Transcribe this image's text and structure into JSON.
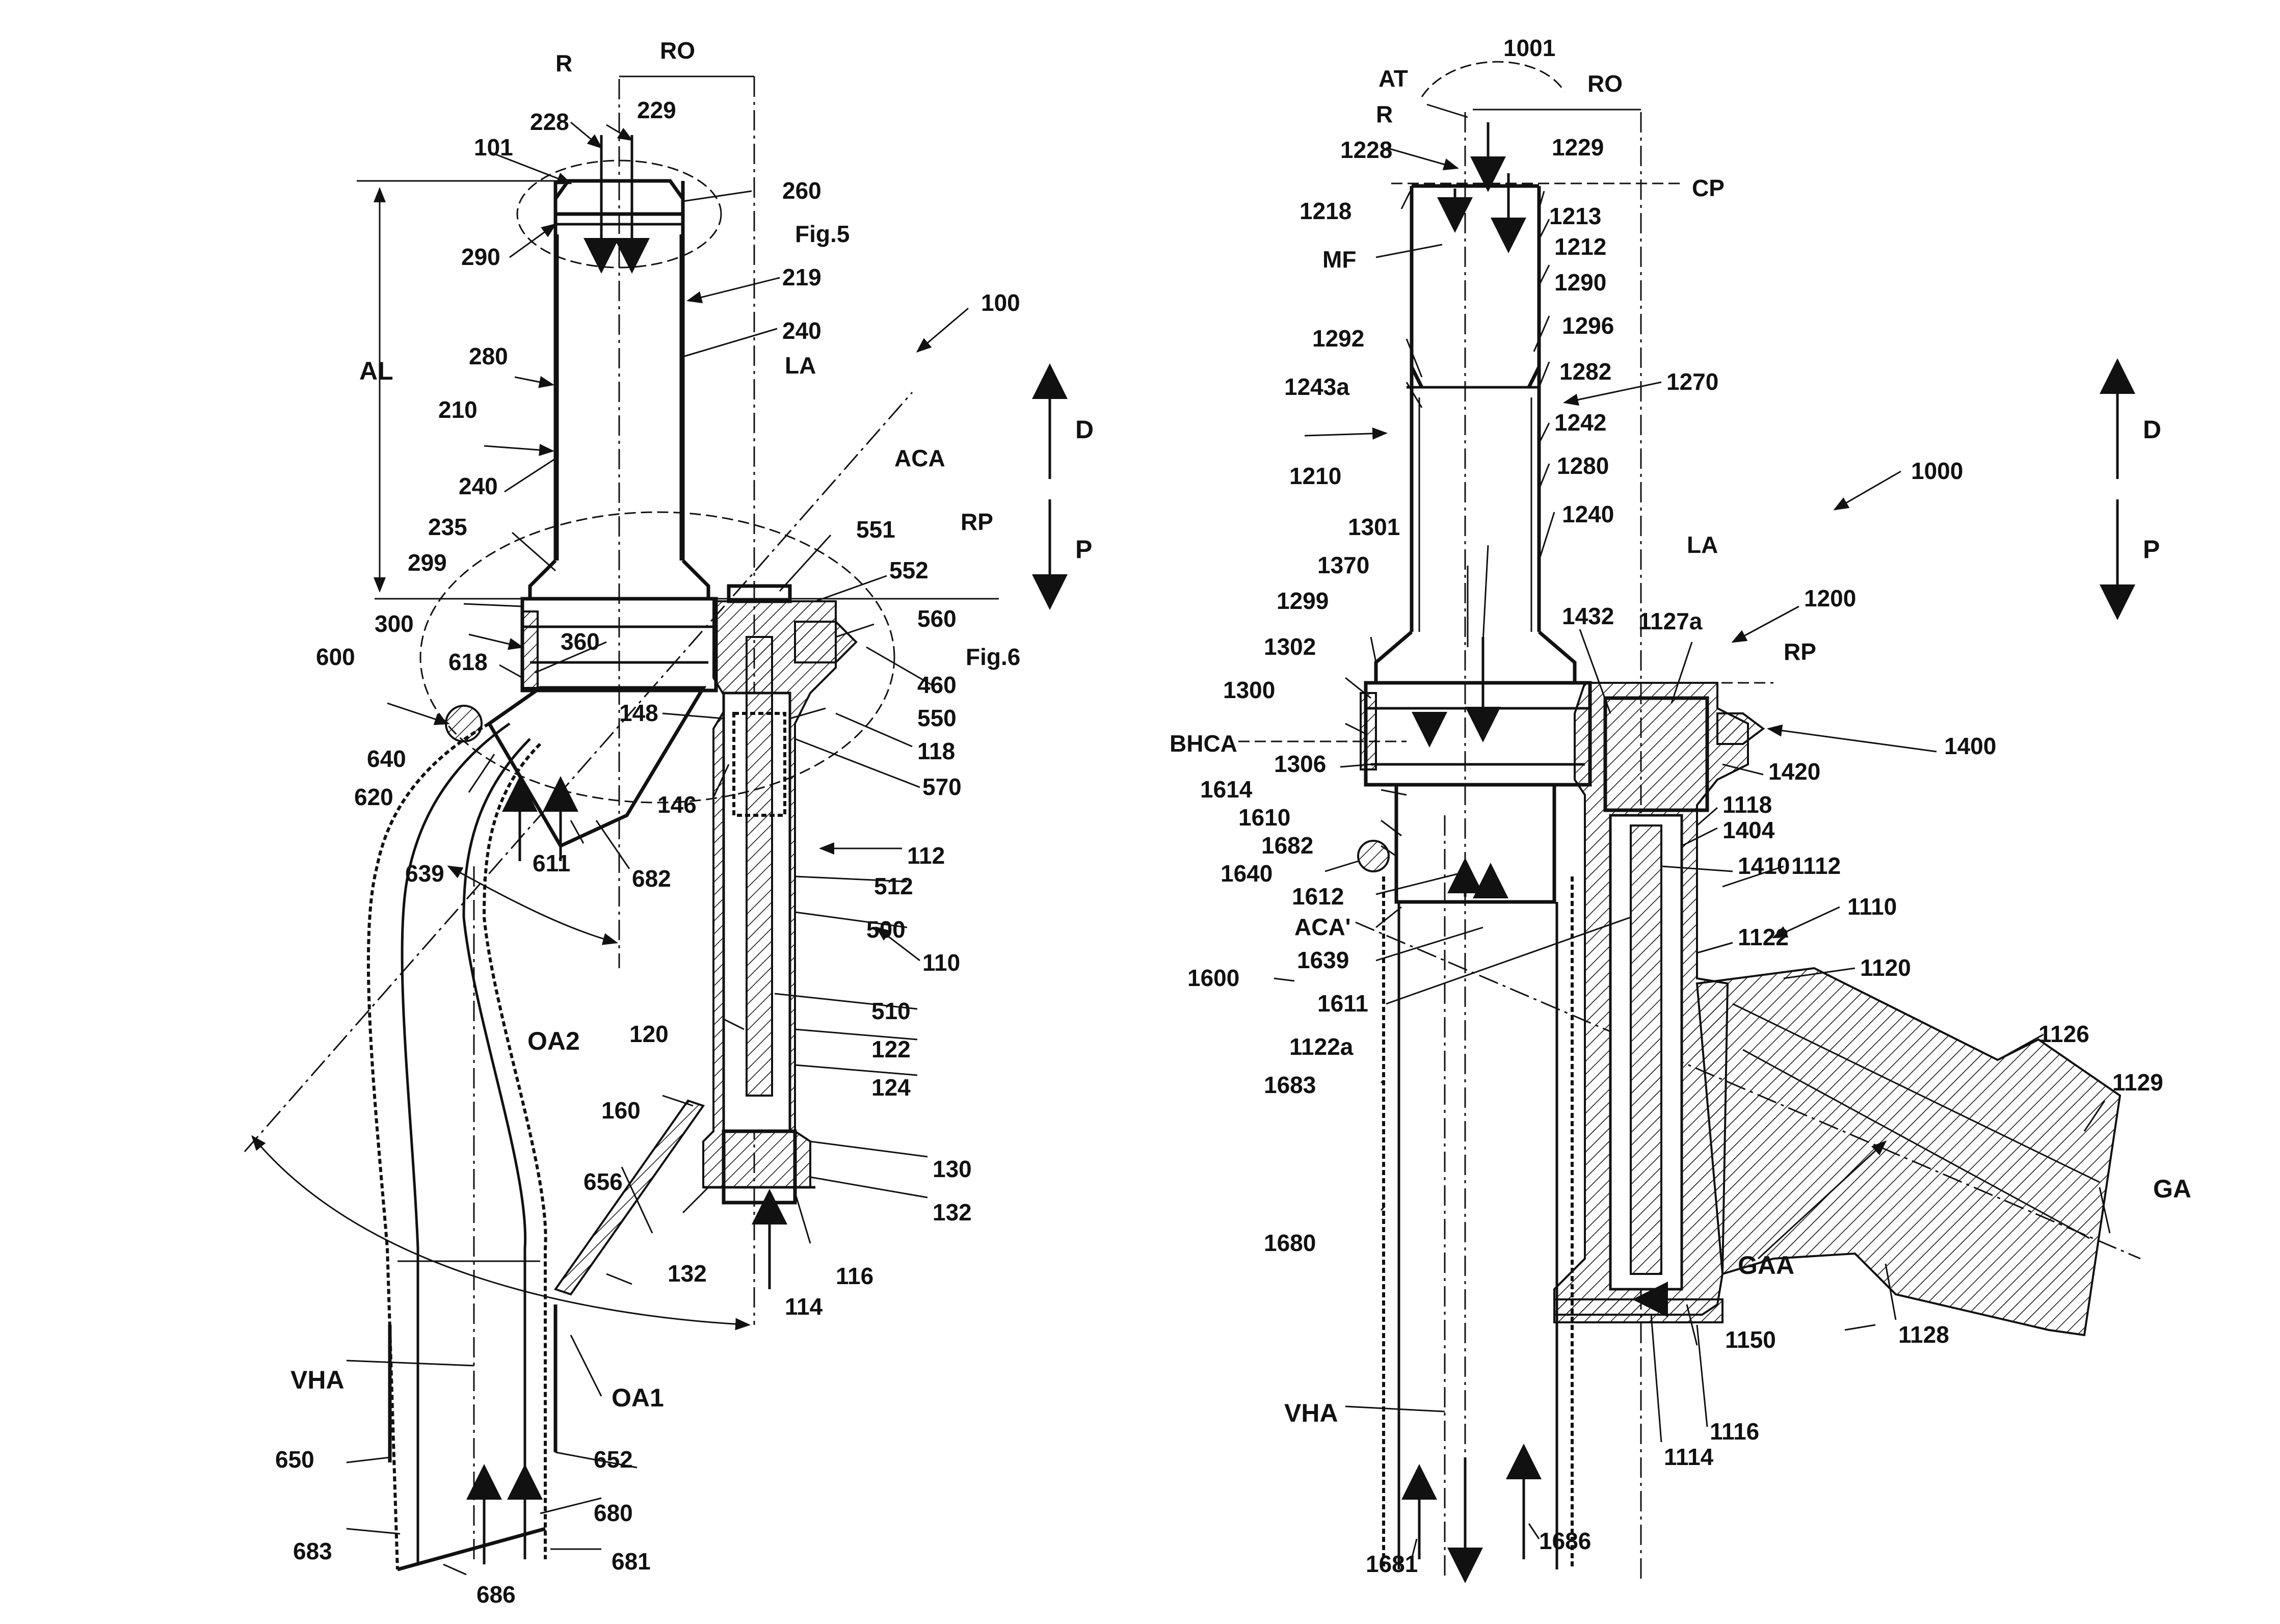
{
  "figure_left": {
    "labels": {
      "R": "R",
      "RO": "RO",
      "n229": "229",
      "n228": "228",
      "n101": "101",
      "n260": "260",
      "fig5": "Fig.5",
      "n290": "290",
      "n219": "219",
      "n240a": "240",
      "n100": "100",
      "LA": "LA",
      "AL": "AL",
      "n280": "280",
      "n210": "210",
      "ACA": "ACA",
      "n240b": "240",
      "n235": "235",
      "n551": "551",
      "RP": "RP",
      "n552": "552",
      "n299": "299",
      "n560": "560",
      "n300": "300",
      "n360": "360",
      "fig6": "Fig.6",
      "n600": "600",
      "n618": "618",
      "n460": "460",
      "n148": "148",
      "n550": "550",
      "n640": "640",
      "n118": "118",
      "n620": "620",
      "n146": "146",
      "n570": "570",
      "n112": "112",
      "n639": "639",
      "n611": "611",
      "n682": "682",
      "n512": "512",
      "n500": "500",
      "n110": "110",
      "OA2": "OA2",
      "n510": "510",
      "n120": "120",
      "n122": "122",
      "n124": "124",
      "n160": "160",
      "n656": "656",
      "n130": "130",
      "n132a": "132",
      "n132b": "132",
      "n116": "116",
      "n114": "114",
      "VHA": "VHA",
      "OA1": "OA1",
      "n650": "650",
      "n652": "652",
      "n680": "680",
      "n683": "683",
      "n681": "681",
      "n686": "686",
      "D": "D",
      "P": "P"
    }
  },
  "figure_right": {
    "labels": {
      "AT": "AT",
      "n1001": "1001",
      "RO": "RO",
      "R": "R",
      "n1228": "1228",
      "n1229": "1229",
      "n1218": "1218",
      "CP": "CP",
      "n1213": "1213",
      "MF": "MF",
      "n1212": "1212",
      "n1290": "1290",
      "n1296": "1296",
      "n1292": "1292",
      "n1282": "1282",
      "n1243a": "1243a",
      "n1270": "1270",
      "n1242": "1242",
      "n1210": "1210",
      "n1280": "1280",
      "n1000": "1000",
      "n1240": "1240",
      "n1301": "1301",
      "LA": "LA",
      "n1370": "1370",
      "n1432": "1432",
      "n1127a": "1127a",
      "n1200": "1200",
      "n1299": "1299",
      "RP": "RP",
      "n1302": "1302",
      "n1300": "1300",
      "BHCA": "BHCA",
      "n1400": "1400",
      "n1306": "1306",
      "n1420": "1420",
      "n1614": "1614",
      "n1118": "1118",
      "n1610": "1610",
      "n1404": "1404",
      "n1682": "1682",
      "n1410": "1410",
      "n1112": "1112",
      "n1640": "1640",
      "n1612": "1612",
      "n1110": "1110",
      "ACAp": "ACA'",
      "n1122": "1122",
      "n1639": "1639",
      "n1120": "1120",
      "n1600": "1600",
      "n1611": "1611",
      "n1122a": "1122a",
      "n1126": "1126",
      "n1129": "1129",
      "n1683": "1683",
      "GA": "GA",
      "GAA": "GAA",
      "n1680": "1680",
      "n1150": "1150",
      "n1128": "1128",
      "VHA": "VHA",
      "n1116": "1116",
      "n1114": "1114",
      "n1681": "1681",
      "n1686": "1686",
      "D": "D",
      "P": "P"
    }
  }
}
